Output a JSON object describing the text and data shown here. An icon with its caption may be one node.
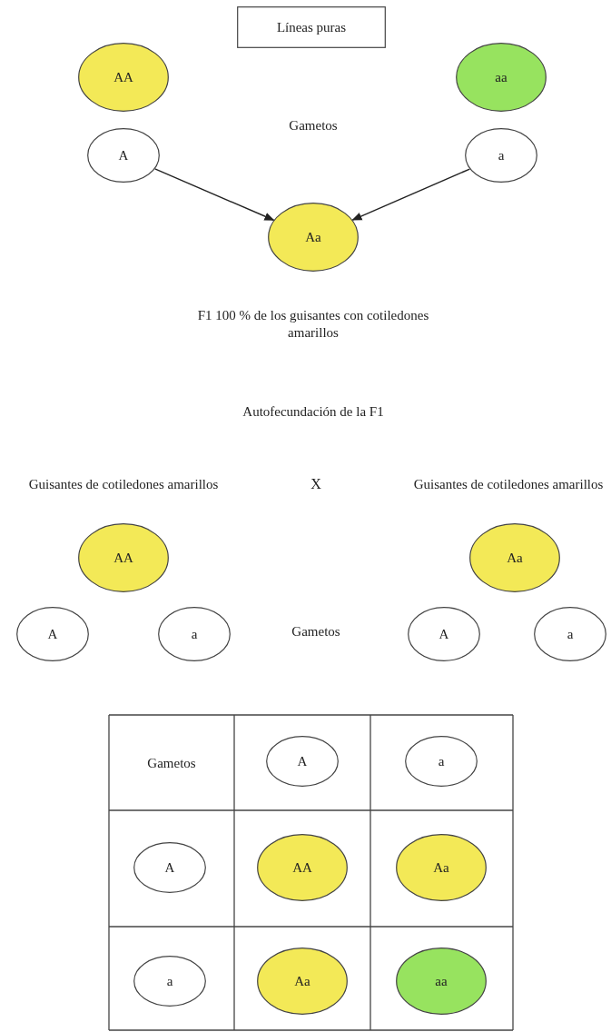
{
  "diagram": {
    "nodes": [
      {
        "text": [
          "Líneas puras"
        ]
      },
      {
        "text": [
          "AA"
        ]
      },
      {
        "text": [
          "aa"
        ]
      },
      {
        "text": [
          "A"
        ]
      },
      {
        "text": [
          "a"
        ]
      },
      {
        "text": [
          "Aa"
        ]
      },
      {
        "text": [
          "AA"
        ]
      },
      {
        "text": [
          "Aa"
        ]
      },
      {
        "text": [
          "A"
        ]
      },
      {
        "text": [
          "a"
        ]
      },
      {
        "text": [
          "A"
        ]
      },
      {
        "text": [
          "a"
        ]
      },
      {
        "text": [
          "A"
        ]
      },
      {
        "text": [
          "a"
        ]
      },
      {
        "text": [
          "A"
        ]
      },
      {
        "text": [
          "AA"
        ]
      },
      {
        "text": [
          "Aa"
        ]
      },
      {
        "text": [
          "a"
        ]
      },
      {
        "text": [
          "Aa"
        ]
      },
      {
        "text": [
          "aa"
        ]
      }
    ],
    "edges": [
      {
        "from": 3,
        "to": 5,
        "arrow": "to"
      },
      {
        "from": 4,
        "to": 5,
        "arrow": "to"
      }
    ],
    "labels": [
      "Gametos",
      "F1 100 % de los guisantes con cotiledones amarillos",
      "Autofecundación de la F1",
      "Guisantes de cotiledones amarillos",
      "X",
      "Guisantes de cotiledones amarillos",
      "Gametos",
      "Gametos"
    ]
  }
}
